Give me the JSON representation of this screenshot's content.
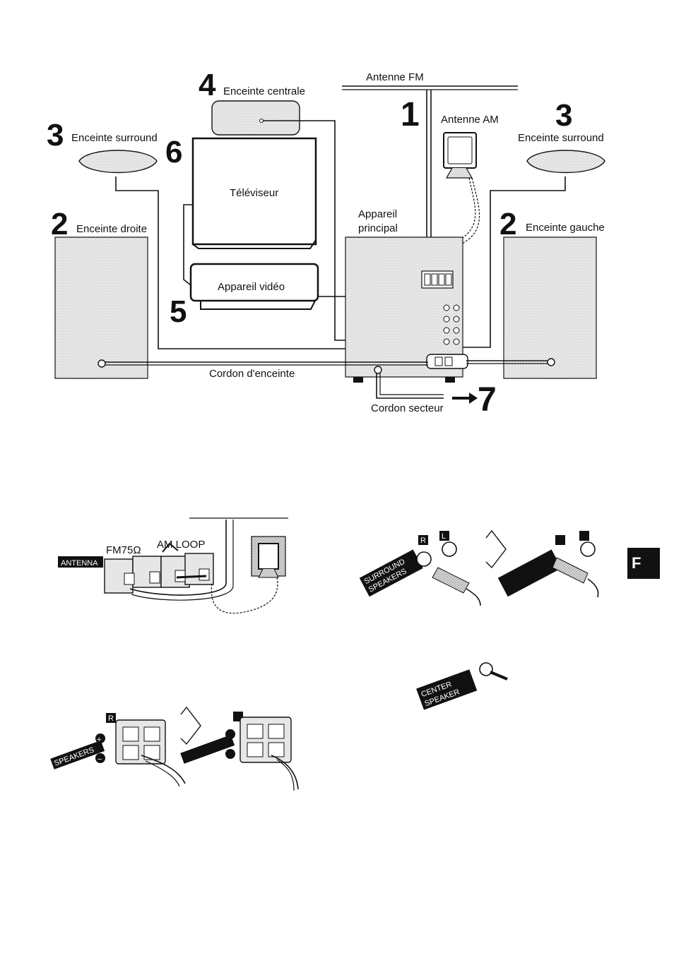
{
  "main_diagram": {
    "labels": {
      "fm_antenna": "Antenne FM",
      "am_antenna": "Antenne AM",
      "center_speaker": "Enceinte centrale",
      "surround_left": "Enceinte surround",
      "surround_right": "Enceinte surround",
      "right_speaker": "Enceinte droite",
      "left_speaker": "Enceinte gauche",
      "tv": "Téléviseur",
      "vcr": "Appareil vidéo",
      "main_unit_line1": "Appareil",
      "main_unit_line2": "principal",
      "speaker_cord": "Cordon d'enceinte",
      "power_cord": "Cordon secteur"
    },
    "step_numbers": {
      "fm": "1",
      "left_speakers_num": "2",
      "right_speakers_num": "2",
      "surround_l": "3",
      "surround_r": "3",
      "center": "4",
      "vcr": "5",
      "tv": "6",
      "power": "7"
    }
  },
  "antenna_detail": {
    "panel_label": "ANTENNA",
    "fm_terminal": "FM75Ω",
    "am_terminal": "AM LOOP"
  },
  "surround_detail": {
    "panel_label_line1": "SURROUND",
    "panel_label_line2": "SPEAKERS",
    "ch_right": "R",
    "ch_left": "L"
  },
  "center_detail": {
    "panel_label_line1": "CENTER",
    "panel_label_line2": "SPEAKER"
  },
  "speaker_terminal_detail": {
    "panel_label": "SPEAKERS",
    "ch_right": "R",
    "plus": "+",
    "minus": "−"
  },
  "side_tab": {
    "label": "F"
  }
}
